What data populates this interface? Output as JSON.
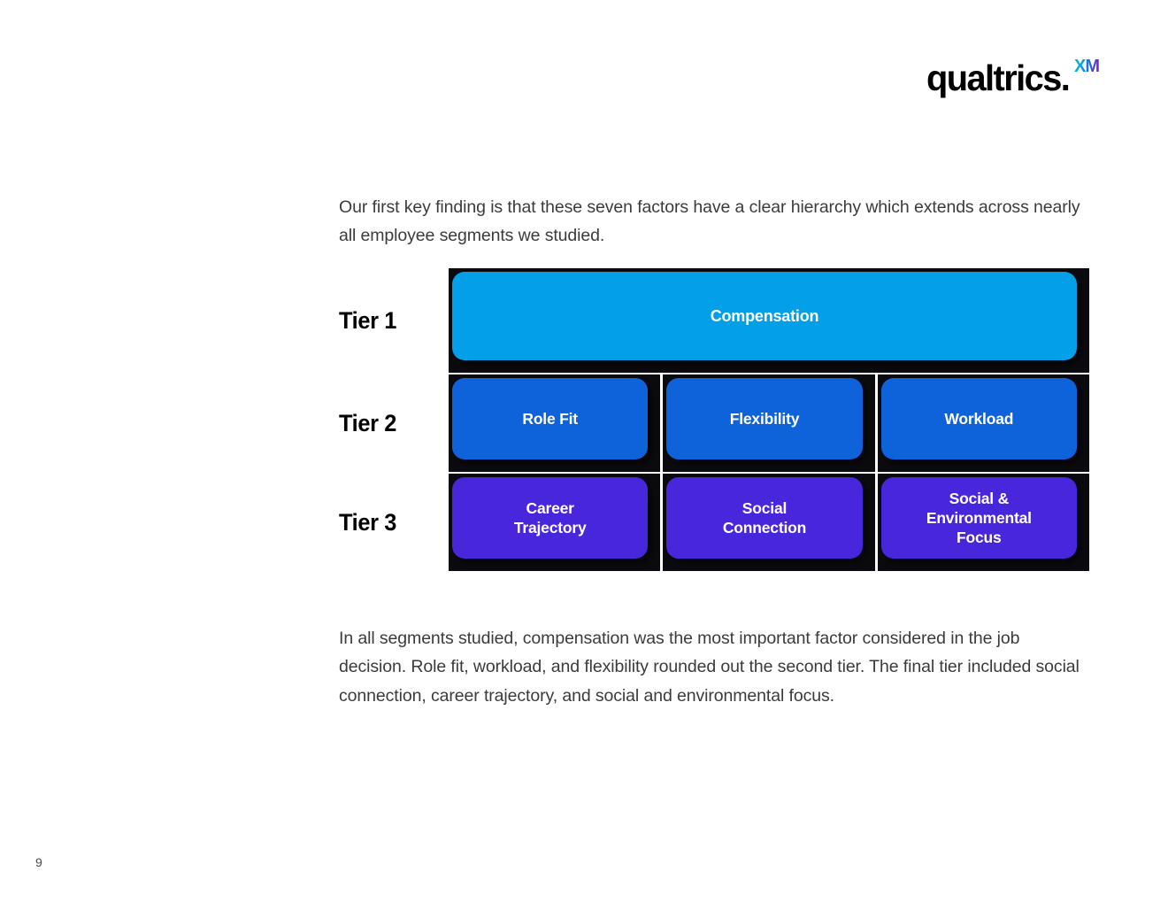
{
  "brand": {
    "logo_word": "qualtrics",
    "logo_dot": ".",
    "logo_badge": "XM"
  },
  "body": {
    "intro_paragraph": "Our first key finding is that these seven factors have a clear hierarchy which extends across nearly all employee segments we studied.",
    "closing_paragraph": "In all segments studied, compensation was the most important factor considered in the job decision. Role fit, workload, and flexibility rounded out the second tier. The final tier included social connection, career trajectory, and social and environmental focus."
  },
  "diagram": {
    "colors": {
      "tier1": "#039fe8",
      "tier2": "#0e63db",
      "tier3": "#4726dc",
      "frame": "#0b0b0f",
      "label": "#000000",
      "box_text": "#ffffff"
    },
    "tiers": [
      {
        "label": "Tier 1",
        "color": "#039fe8",
        "factors": [
          {
            "name": "Compensation"
          }
        ]
      },
      {
        "label": "Tier 2",
        "color": "#0e63db",
        "factors": [
          {
            "name": "Role Fit"
          },
          {
            "name": "Flexibility"
          },
          {
            "name": "Workload"
          }
        ]
      },
      {
        "label": "Tier 3",
        "color": "#4726dc",
        "factors": [
          {
            "name": "Career\nTrajectory"
          },
          {
            "name": "Social\nConnection"
          },
          {
            "name": "Social &\nEnvironmental\nFocus"
          }
        ]
      }
    ]
  },
  "footer": {
    "page_number": "9"
  }
}
